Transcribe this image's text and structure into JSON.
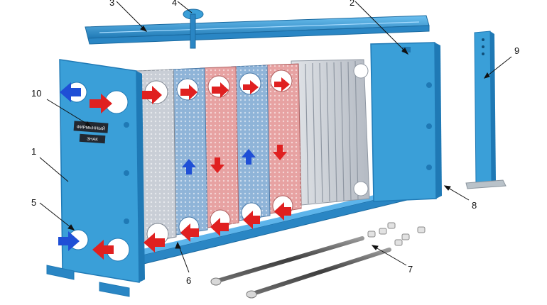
{
  "figure": {
    "callouts": {
      "c1": "1",
      "c2": "2",
      "c3": "3",
      "c4": "4",
      "c5": "5",
      "c6": "6",
      "c7": "7",
      "c8": "8",
      "c9": "9",
      "c10": "10"
    },
    "nameplate": {
      "line1": "ФИРМЕННЫЙ",
      "line2": "ЗНАК"
    },
    "colors": {
      "frame": "#3a9fd8",
      "frame_dark": "#1f79b5",
      "hot_arrow": "#e02020",
      "cold_arrow": "#1f4fd6",
      "plate_hot": "#e7a2a2",
      "plate_cold": "#8fb4d8",
      "plate_gray": "#c9ced6",
      "rod": "#4a4a4a"
    }
  }
}
